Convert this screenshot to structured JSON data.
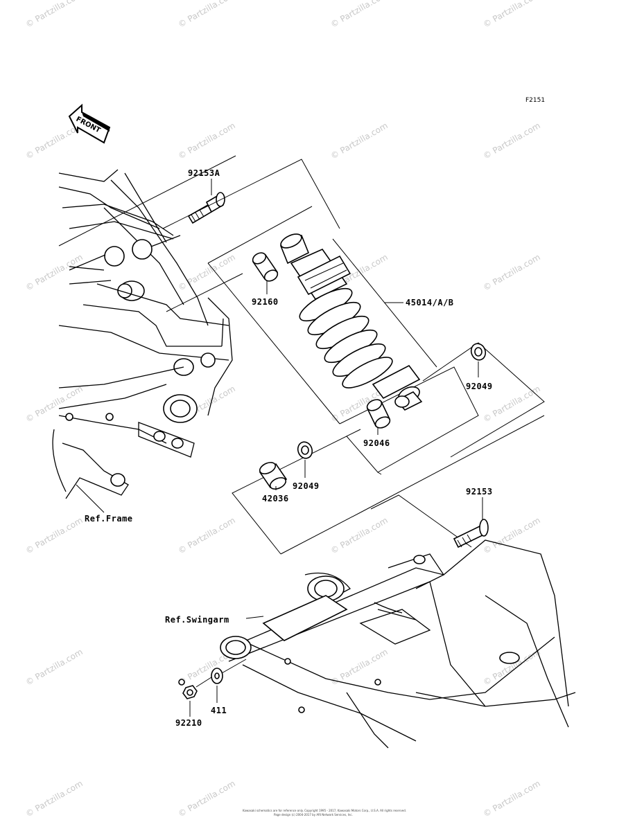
{
  "diagram_code": "F2151",
  "front_badge": "FRONT",
  "watermark_text": "© Partzilla.com",
  "footer_lines": [
    "Kawasaki schematics are for reference only. Copyright 1995 - 2017, Kawasaki Motors Corp., U.S.A. All rights reserved.",
    "Page design (c) 2004-2017 by ARI Network Services, Inc."
  ],
  "parts": {
    "p92153A": "92153A",
    "p92160": "92160",
    "p45014": "45014/A/B",
    "p92049_upper": "92049",
    "p92046": "92046",
    "p92049_lower": "92049",
    "p42036": "42036",
    "p92153": "92153",
    "p411": "411",
    "p92210": "92210"
  },
  "references": {
    "frame": "Ref.Frame",
    "swingarm": "Ref.Swingarm"
  },
  "colors": {
    "line": "#000000",
    "watermark": "#c8c8c8"
  }
}
